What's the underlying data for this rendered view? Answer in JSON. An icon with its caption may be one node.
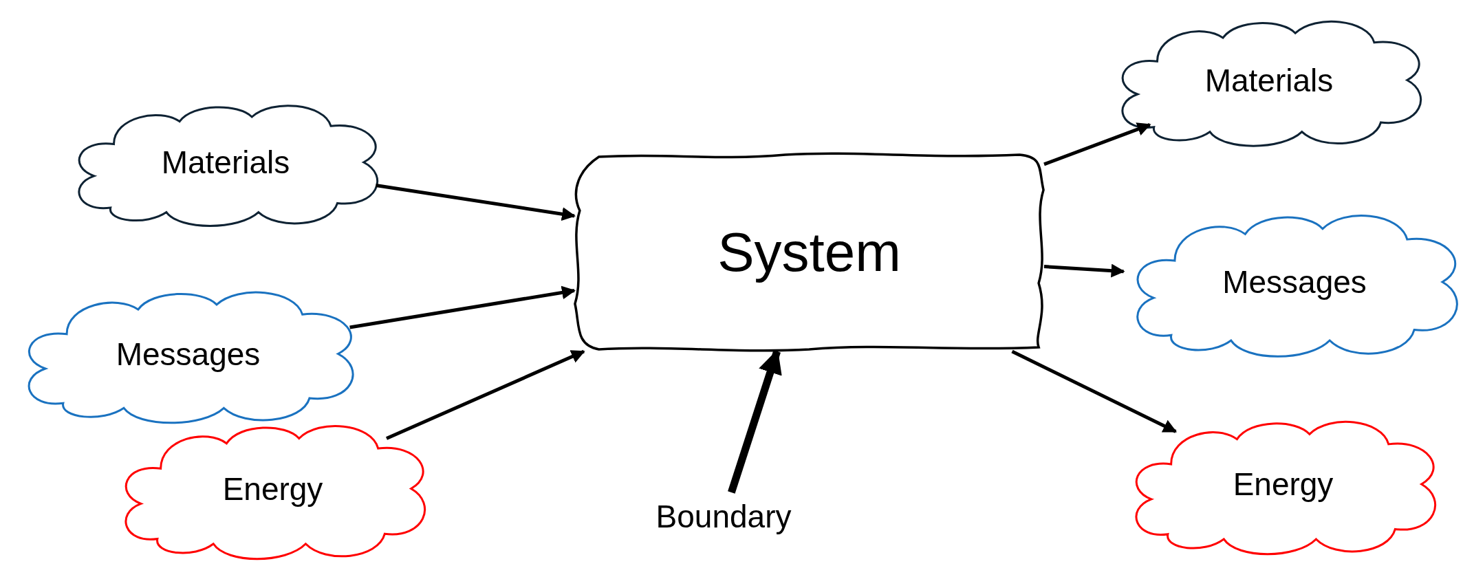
{
  "diagram": {
    "nodes": [
      {
        "text": [
          "Materials"
        ]
      },
      {
        "text": [
          "Messages"
        ]
      },
      {
        "text": [
          "Energy"
        ]
      },
      {
        "text": [
          "System"
        ]
      },
      {
        "text": [
          "Materials"
        ]
      },
      {
        "text": [
          "Messages"
        ]
      },
      {
        "text": [
          "Energy"
        ]
      },
      {
        "text": [
          "Boundary"
        ]
      }
    ],
    "edges": [
      {
        "from": 0,
        "to": 3,
        "arrow": "to"
      },
      {
        "from": 1,
        "to": 3,
        "arrow": "to"
      },
      {
        "from": 2,
        "to": 3,
        "arrow": "to"
      },
      {
        "from": 3,
        "to": 4,
        "arrow": "to"
      },
      {
        "from": 3,
        "to": 5,
        "arrow": "to"
      },
      {
        "from": 3,
        "to": 6,
        "arrow": "to"
      },
      {
        "from": 7,
        "to": 3,
        "arrow": "to",
        "style": "thick"
      }
    ]
  }
}
